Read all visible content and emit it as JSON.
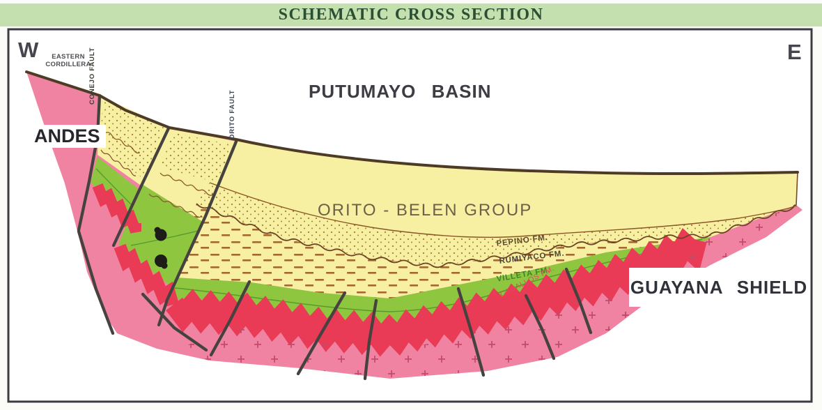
{
  "title": "SCHEMATIC CROSS SECTION",
  "compass": {
    "west": "W",
    "east": "E"
  },
  "labels": {
    "eastern_cordillera": "EASTERN CORDILLERA",
    "andes": "ANDES",
    "putumayo_basin": "PUTUMAYO BASIN",
    "orito_belen_group": "ORITO - BELEN GROUP",
    "guayana_shield": "GUAYANA SHIELD"
  },
  "faults": {
    "conejo": "CONEJO FAULT",
    "orito": "ORITO FAULT"
  },
  "formations": {
    "pepino": "PEPINO FM.",
    "rumiyaco": "RUMIYACO FM.",
    "villeta": "VILLETA FM.",
    "caballos": "CABALLOS FM."
  },
  "colors": {
    "title_bg": "#c3e0ae",
    "title_text": "#2c4f33",
    "basement_pink": "#f083a2",
    "caballos_red": "#e93b55",
    "villeta_green": "#8fc640",
    "basin_yellow": "#f7efa2",
    "surface_line": "#4d3b26",
    "fault_line": "#46423f",
    "frame": "#3b3b41",
    "oil_black": "#1e1c19"
  }
}
